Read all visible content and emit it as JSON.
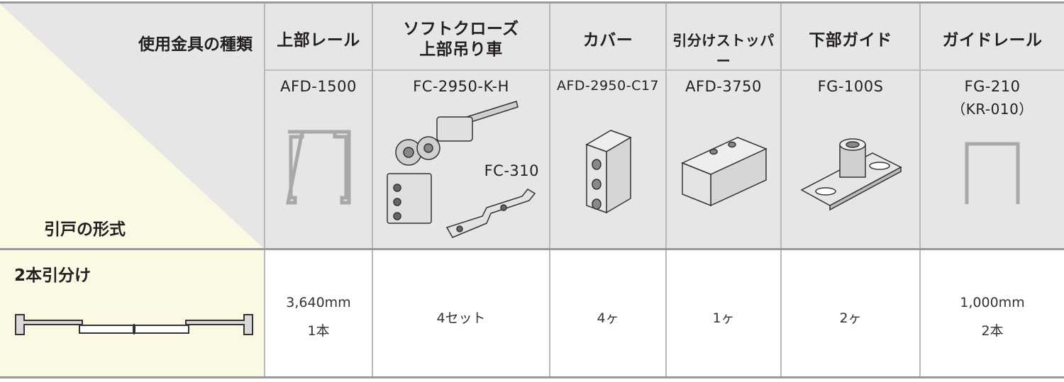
{
  "header": {
    "hardware_type_label": "使用金具の種類",
    "door_type_label": "引戸の形式"
  },
  "columns": [
    {
      "title": "上部レール",
      "code": "AFD-1500",
      "qty": "3,640mm",
      "qty2": "1本"
    },
    {
      "title_line1": "ソフトクローズ",
      "title_line2": "上部吊り車",
      "code": "FC-2950-K-H",
      "extra_code": "FC-310",
      "qty": "4セット"
    },
    {
      "title": "カバー",
      "code": "AFD-2950-C17",
      "qty": "4ヶ"
    },
    {
      "title": "引分けストッパー",
      "code": "AFD-3750",
      "qty": "1ヶ"
    },
    {
      "title": "下部ガイド",
      "code": "FG-100S",
      "qty": "2ヶ"
    },
    {
      "title": "ガイドレール",
      "code": "FG-210",
      "code_sub": "（KR-010）",
      "qty": "1,000mm",
      "qty2": "2本"
    }
  ],
  "row": {
    "type_label": "2本引分け"
  },
  "colors": {
    "header_bg": "#e6e6e6",
    "corner_bg": "#fbf8e4",
    "rule": "#9a9a9a"
  }
}
